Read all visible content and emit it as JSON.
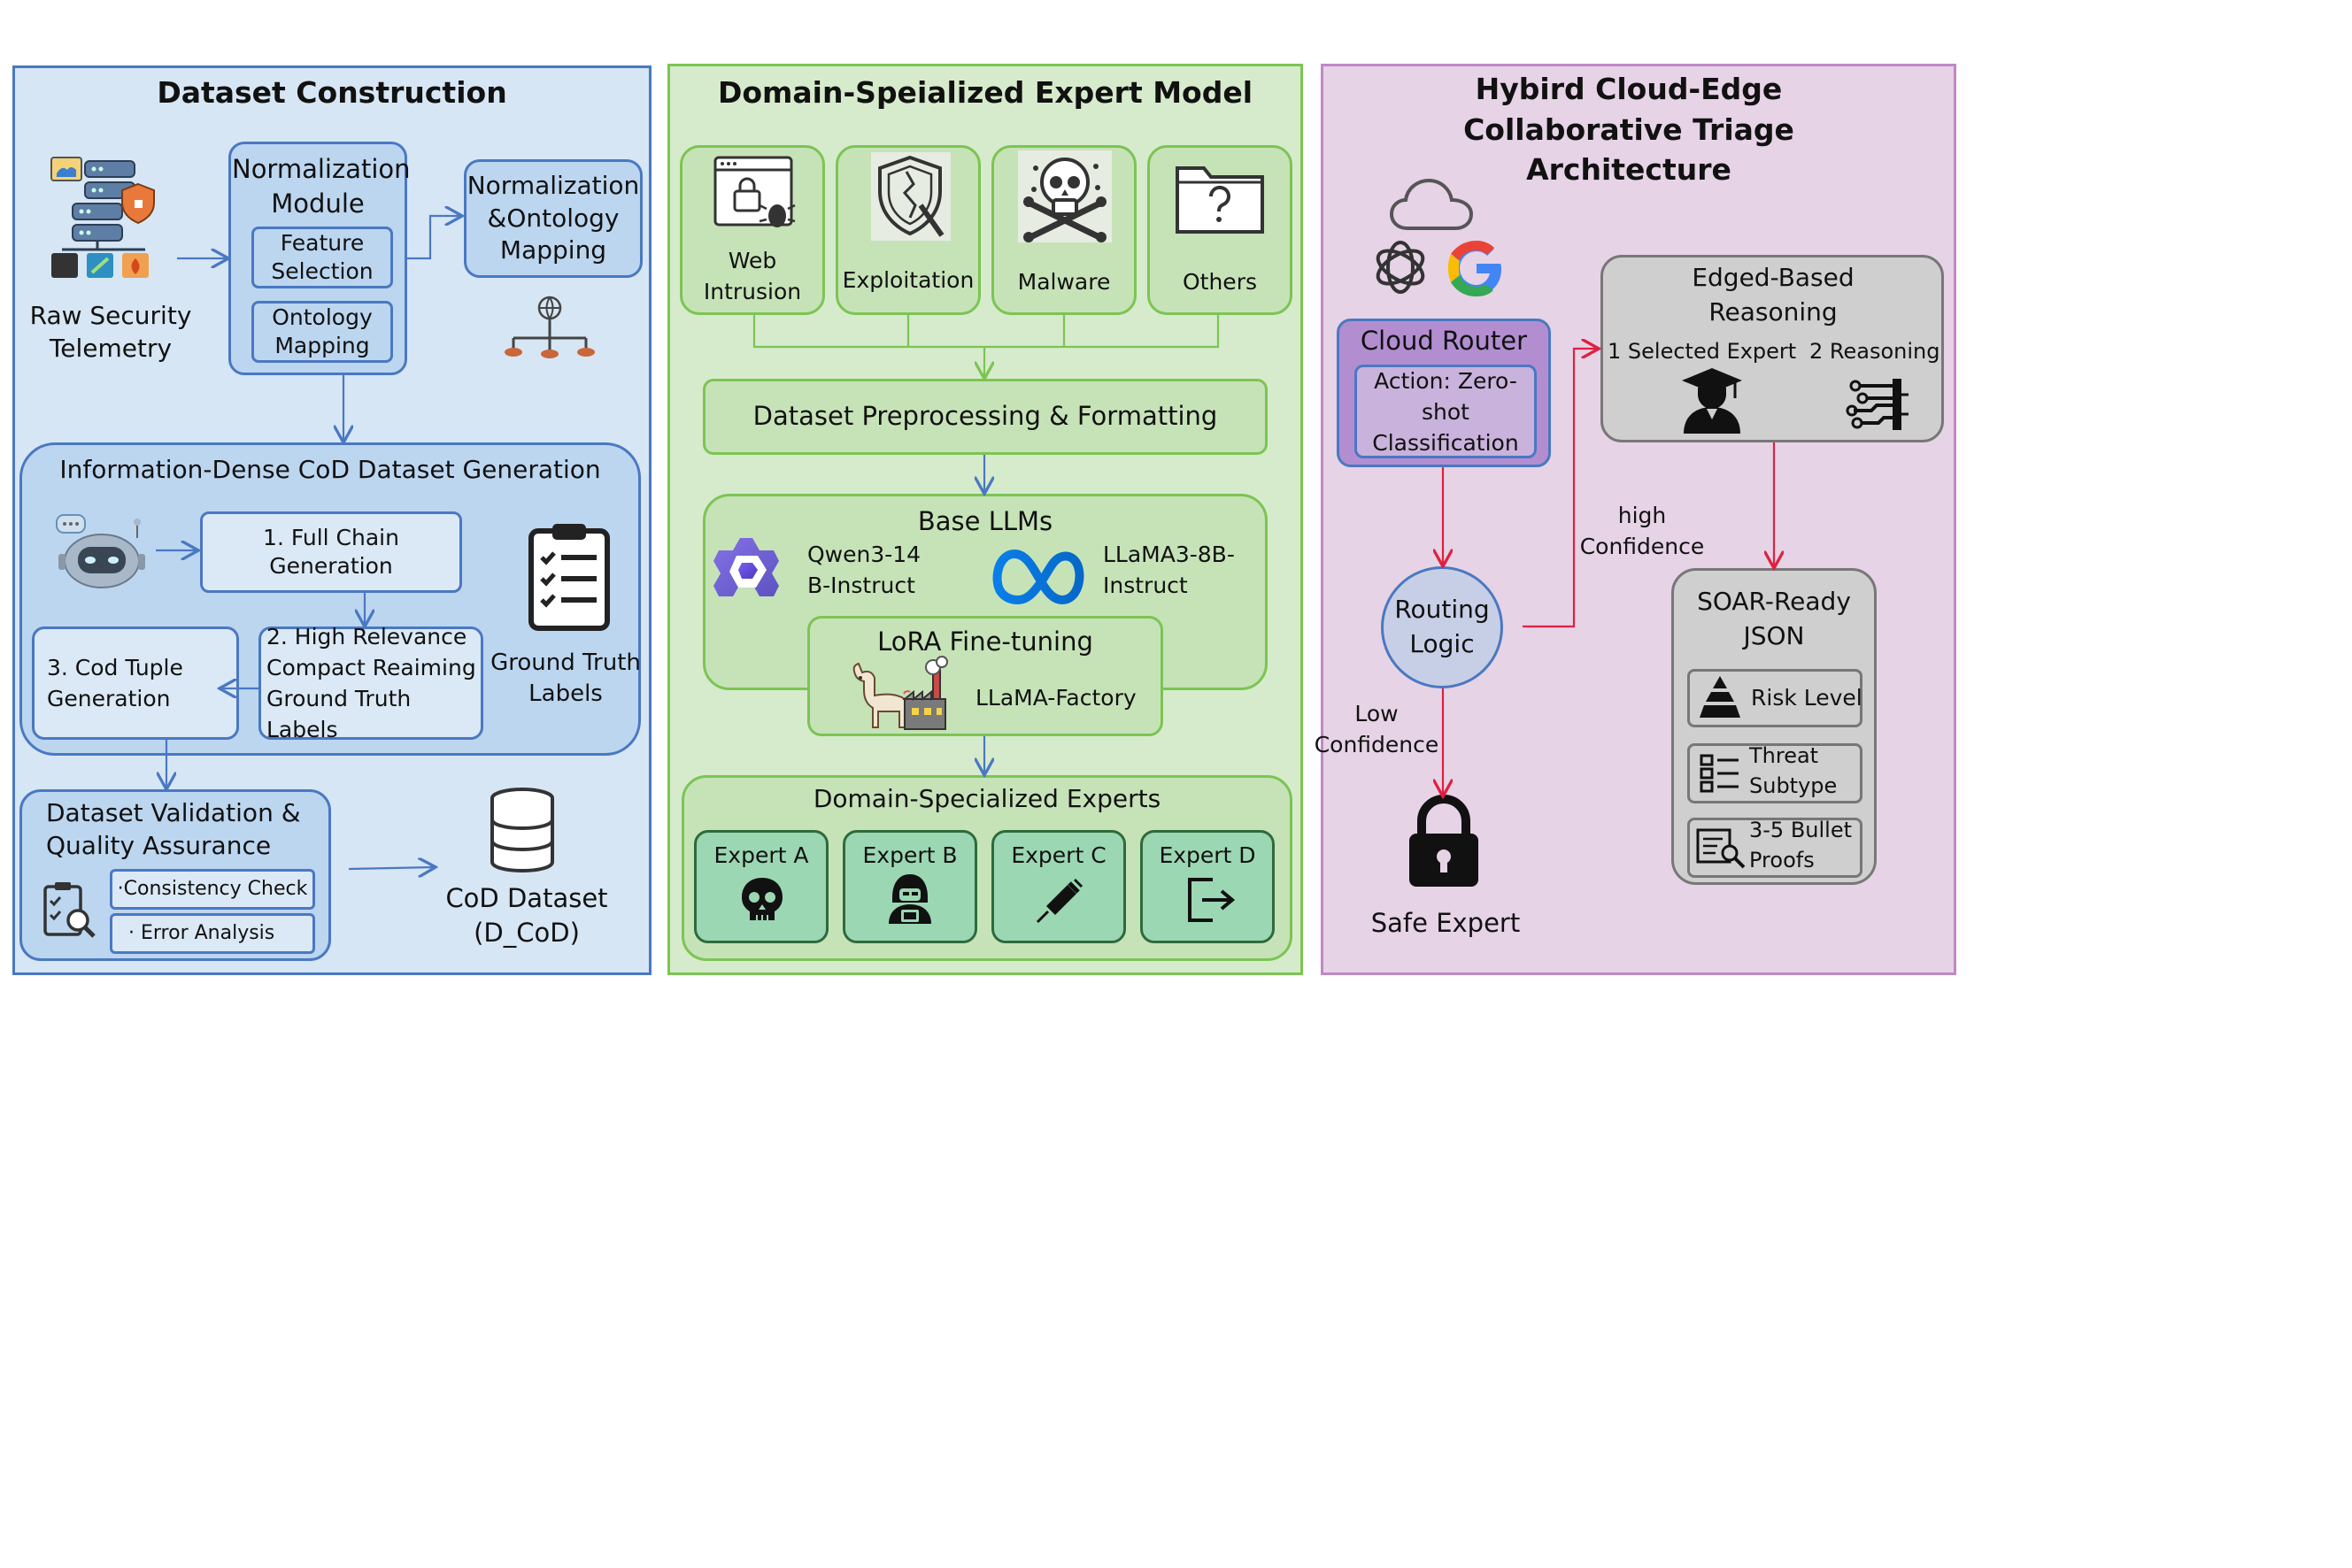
{
  "colors": {
    "blue_panel_bg": "#d6e6f4",
    "blue_panel_border": "#4a78c2",
    "blue_box_bg": "#bcd6f0",
    "green_panel_bg": "#d6ebcc",
    "green_panel_border": "#7cc453",
    "green_box_bg": "#c6e3b8",
    "expert_box_bg": "#9bd7b3",
    "purple_panel_bg": "#e6d3e6",
    "purple_panel_border": "#c188c6",
    "cloud_router_bg": "#b28ed1",
    "gray_box_bg": "#cfcfcf",
    "red_arrow": "#e02040",
    "blue_arrow": "#4a78c2",
    "green_arrow": "#7cc453"
  },
  "dataset_construction": {
    "title": "Dataset Construction",
    "raw_telemetry": "Raw Security Telemetry",
    "normalization_module": {
      "title": "Normalization Module",
      "feature_selection": "Feature Selection",
      "ontology_mapping": "Ontology Mapping"
    },
    "normalization_ontology_mapping": "Normalization &Ontology Mapping",
    "cod_generation": {
      "title": "Information-Dense CoD Dataset Generation",
      "step1": "1. Full Chain Generation",
      "step2": "2. High Relevance Compact Reaiming Ground Truth Labels",
      "step3": "3. Cod Tuple Generation",
      "ground_truth": "Ground Truth Labels"
    },
    "validation": {
      "title": "Dataset Validation & Quality Assurance",
      "consistency": "·Consistency Check",
      "error": "· Error Analysis"
    },
    "cod_dataset": "CoD Dataset (D_CoD)"
  },
  "expert_model": {
    "title": "Domain-Speialized Expert Model",
    "categories": [
      {
        "label": "Web Intrusion",
        "icon": "web-lock-bug-icon"
      },
      {
        "label": "Exploitation",
        "icon": "broken-shield-icon"
      },
      {
        "label": "Malware",
        "icon": "skull-crossbones-icon"
      },
      {
        "label": "Others",
        "icon": "question-folder-icon"
      }
    ],
    "preprocessing": "Dataset Preprocessing & Formatting",
    "base_llms": {
      "title": "Base LLMs",
      "qwen": "Qwen3-14 B-Instruct",
      "llama": "LLaMA3-8B- Instruct",
      "lora": "LoRA Fine-tuning",
      "factory": "LLaMA-Factory"
    },
    "experts": {
      "title": "Domain-Specialized Experts",
      "items": [
        {
          "label": "Expert A",
          "icon": "skull-icon"
        },
        {
          "label": "Expert B",
          "icon": "hacker-icon"
        },
        {
          "label": "Expert C",
          "icon": "syringe-icon"
        },
        {
          "label": "Expert D",
          "icon": "exit-icon"
        }
      ]
    }
  },
  "triage": {
    "title": "Hybird Cloud-Edge Collaborative Triage Architecture",
    "cloud_router": {
      "title": "Cloud Router",
      "action": "Action: Zero-shot Classification"
    },
    "routing_logic": "Routing Logic",
    "high_confidence": "high Confidence",
    "low_confidence": "Low Confidence",
    "safe_expert": "Safe Expert",
    "edge_reasoning": {
      "title": "Edged-Based Reasoning",
      "selected": "1 Selected Expert",
      "reasoning": "2 Reasoning"
    },
    "soar": {
      "title": "SOAR-Ready JSON",
      "items": [
        {
          "label": "Risk Level",
          "icon": "pyramid-icon"
        },
        {
          "label": "Threat Subtype",
          "icon": "list-icon"
        },
        {
          "label": "3-5 Bullet Proofs",
          "icon": "magnifier-doc-icon"
        }
      ]
    }
  }
}
